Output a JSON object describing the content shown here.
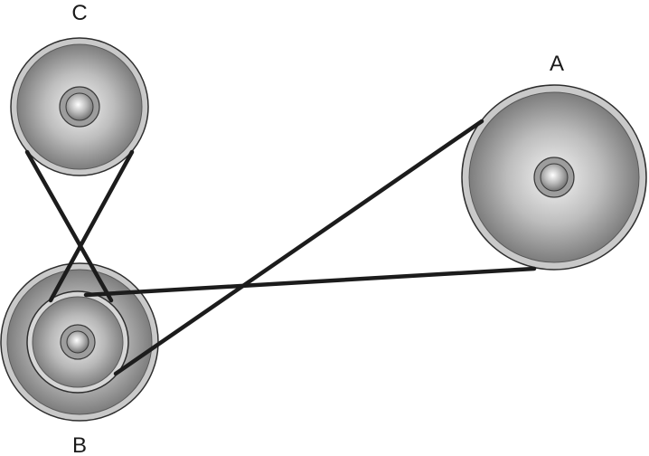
{
  "pulleys": {
    "a": {
      "label": "A"
    },
    "b": {
      "label": "B"
    },
    "c": {
      "label": "C"
    }
  }
}
